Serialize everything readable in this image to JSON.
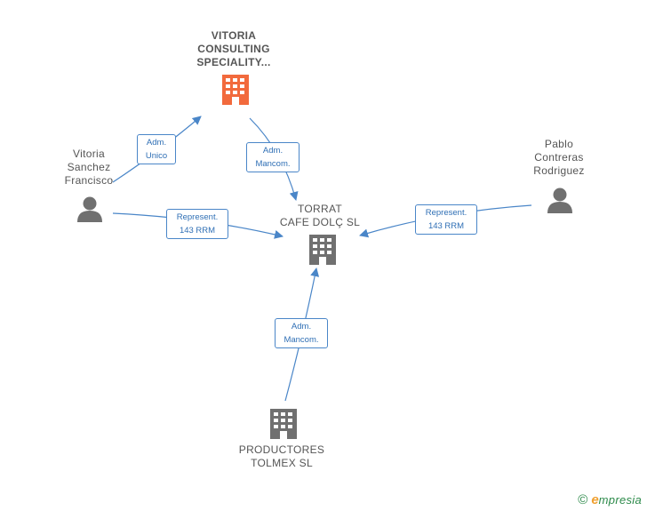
{
  "nodes": {
    "vitoria_consulting": {
      "label": "VITORIA\nCONSULTING\nSPECIALITY...",
      "icon": "building-icon",
      "color": "#f26a3d"
    },
    "torrat": {
      "label": "TORRAT\nCAFE DOLÇ  SL",
      "icon": "building-icon",
      "color": "#707070"
    },
    "productores": {
      "label": "PRODUCTORES\nTOLMEX  SL",
      "icon": "building-icon",
      "color": "#707070"
    },
    "vitoria_sanchez": {
      "label": "Vitoria\nSanchez\nFrancisco",
      "icon": "person-icon",
      "color": "#707070"
    },
    "pablo": {
      "label": "Pablo\nContreras\nRodriguez",
      "icon": "person-icon",
      "color": "#707070"
    }
  },
  "edges": {
    "adm_unico": "Adm.\nUnico",
    "adm_mancom_top": "Adm.\nMancom.",
    "represent_left": "Represent.\n143 RRM",
    "represent_right": "Represent.\n143 RRM",
    "adm_mancom_bottom": "Adm.\nMancom."
  },
  "colors": {
    "edge": "#4a86c8"
  },
  "footer": {
    "copyright": "©",
    "brand_initial": "e",
    "brand_rest": "mpresia"
  }
}
